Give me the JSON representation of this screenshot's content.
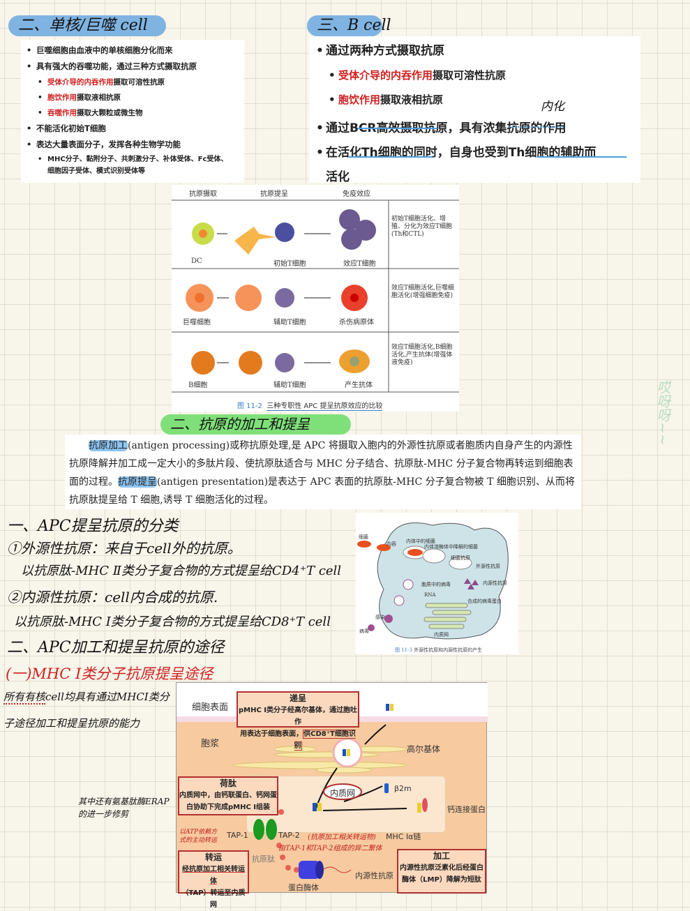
{
  "section_mono": {
    "title": "二、单核/巨噬 cell",
    "items": [
      "巨噬细胞由血液中的单核细胞分化而来",
      "具有强大的吞噬功能，通过三种方式摄取抗原"
    ],
    "sub_items": [
      {
        "red": "受体介导的内吞作用",
        "rest": "摄取可溶性抗原"
      },
      {
        "red": "胞饮作用",
        "rest": "摄取液相抗原"
      },
      {
        "red": "吞噬作用",
        "rest": "摄取大颗粒或微生物"
      }
    ],
    "item3": "不能活化初始T细胞",
    "item4": "表达大量表面分子，发挥各种生物学功能",
    "item4_sub1": "MHC分子、黏附分子、共刺激分子、补体受体、Fc受体、",
    "item4_sub2": "细胞因子受体、模式识别受体等"
  },
  "section_b": {
    "title": "三、B cell",
    "item1": "通过两种方式摄取抗原",
    "sub_items": [
      {
        "red": "受体介导的内吞作用",
        "rest": "摄取可溶性抗原"
      },
      {
        "red": "胞饮作用",
        "rest": "摄取液相抗原"
      }
    ],
    "item2": "通过BCR高效摄取抗原，具有浓集抗原的作用",
    "item2_note": "内化",
    "item3a": "在活化Th细胞的同时，自身也受到Th细胞的辅助而",
    "item3b": "活化"
  },
  "figure_11_2": {
    "headers": [
      "抗原摄取",
      "抗原提呈",
      "免疫效应"
    ],
    "rows": [
      {
        "apc": "DC",
        "t_cell": "初始T细胞",
        "effect": "效应T细胞",
        "desc": "初始T细胞活化、增殖、分化为效应T细胞(Th和CTL)"
      },
      {
        "apc": "巨噬细胞",
        "t_cell": "辅助T细胞",
        "effect": "杀伤病原体",
        "desc": "效应T细胞活化,巨噬细胞活化(增强细胞免疫)"
      },
      {
        "apc": "B细胞",
        "t_cell": "辅助T细胞",
        "effect": "产生抗体",
        "desc": "效应T细胞活化,B细胞活化,产生抗体(增强体液免疫)"
      }
    ],
    "caption_num": "图 11-2",
    "caption": "三种专职性 APC 提呈抗原效应的比较"
  },
  "section_processing": {
    "title": "二、抗原的加工和提呈",
    "term1": "抗原加工",
    "p1": "(antigen processing)或称抗原处理,是 APC 将摄取入胞内的外源性抗原或者胞质内自身产生的内源性抗原降解并加工成一定大小的多肽片段、使抗原肽适合与 MHC 分子结合、抗原肽-MHC 分子复合物再转运到细胞表面的过程。",
    "term2": "抗原提呈",
    "p2": "(antigen presentation)是表达于 APC 表面的抗原肽-MHC 分子复合物被 T 细胞识别、从而将抗原肽提呈给 T 细胞,诱导 T 细胞活化的过程。"
  },
  "notes": {
    "h1": "一、APC提呈抗原的分类",
    "l1": "①外源性抗原：来自于cell外的抗原。",
    "l2": "以抗原肽-MHC Ⅱ类分子复合物的方式提呈给CD4⁺T cell",
    "l3": "②内源性抗原：cell内合成的抗原.",
    "l4": "以抗原肽-MHC Ⅰ类分子复合物的方式提呈给CD8⁺T cell",
    "h2": "二、APC加工和提呈抗原的途径",
    "h3": "(一)MHC Ⅰ类分子抗原提呈途径",
    "l5a": "所有有核",
    "l5b": "cell均具有通过MHCⅠ类分",
    "l6": "子途径加工和提呈抗原的能力",
    "side1": "其中还有氨基肽酶ERAP",
    "side2": "的进一步修剪"
  },
  "figure_11_3": {
    "labels": {
      "bacteria": "细菌",
      "endocytosis": "内吞",
      "endosome_bacteria": "内体中的细菌",
      "degraded": "内体溶酶体中降解的细菌",
      "bact_antigen": "细菌抗原",
      "exogenous": "外源性抗原",
      "endogenous": "内源性抗原",
      "cyto_virus": "胞质中的病毒",
      "rna": "RNA",
      "synth": "合成的病毒蛋白",
      "infect": "感染",
      "virus": "病毒",
      "er": "内质网"
    },
    "caption_num": "图 11-3",
    "caption": "外源性抗原和内源性抗原的产生"
  },
  "pathway": {
    "cell_surface": "细胞表面",
    "cytoplasm": "胞浆",
    "golgi": "高尔基体",
    "er": "内质网",
    "b2m": "β2m",
    "calnexin": "钙连接蛋白",
    "mhc_chain": "MHC Iα链",
    "tap1": "TAP-1",
    "tap2": "TAP-2",
    "peptide": "抗原肽",
    "proteasome": "蛋白酶体",
    "endo_antigen": "内源性抗原",
    "present": {
      "title": "递呈",
      "l1": "pMHC I类分子经高尔基体，通过胞吐作",
      "l2": "用表达于细胞表面，",
      "l2b": "供CD8⁺T细胞识别"
    },
    "load": {
      "title": "荷肽",
      "l1": "内质网中，由钙联蛋白、钙网蛋",
      "l2": "白协助下完成pMHC I组装"
    },
    "transport": {
      "title": "转运",
      "l1": "经抗原加工相关转运体",
      "l2": "（TAP）转运至内质网"
    },
    "process": {
      "title": "加工",
      "l1": "内源性抗原泛素化后经蛋白",
      "l2": "酶体（LMP）降解为短肽"
    },
    "tap_note1": "以ATP依赖方",
    "tap_note2": "式的主动转运",
    "tap2_note1": "(抗原加工相关转运物)",
    "tap2_note2": "由TAP-1和TAP-2组成的异二聚体"
  },
  "watermark": "哎呀呀~~",
  "colors": {
    "blue_pill": "#7fb4e2",
    "green_pill": "#7fe07a",
    "red": "#d02020",
    "highlight": "#8cc4f0"
  }
}
